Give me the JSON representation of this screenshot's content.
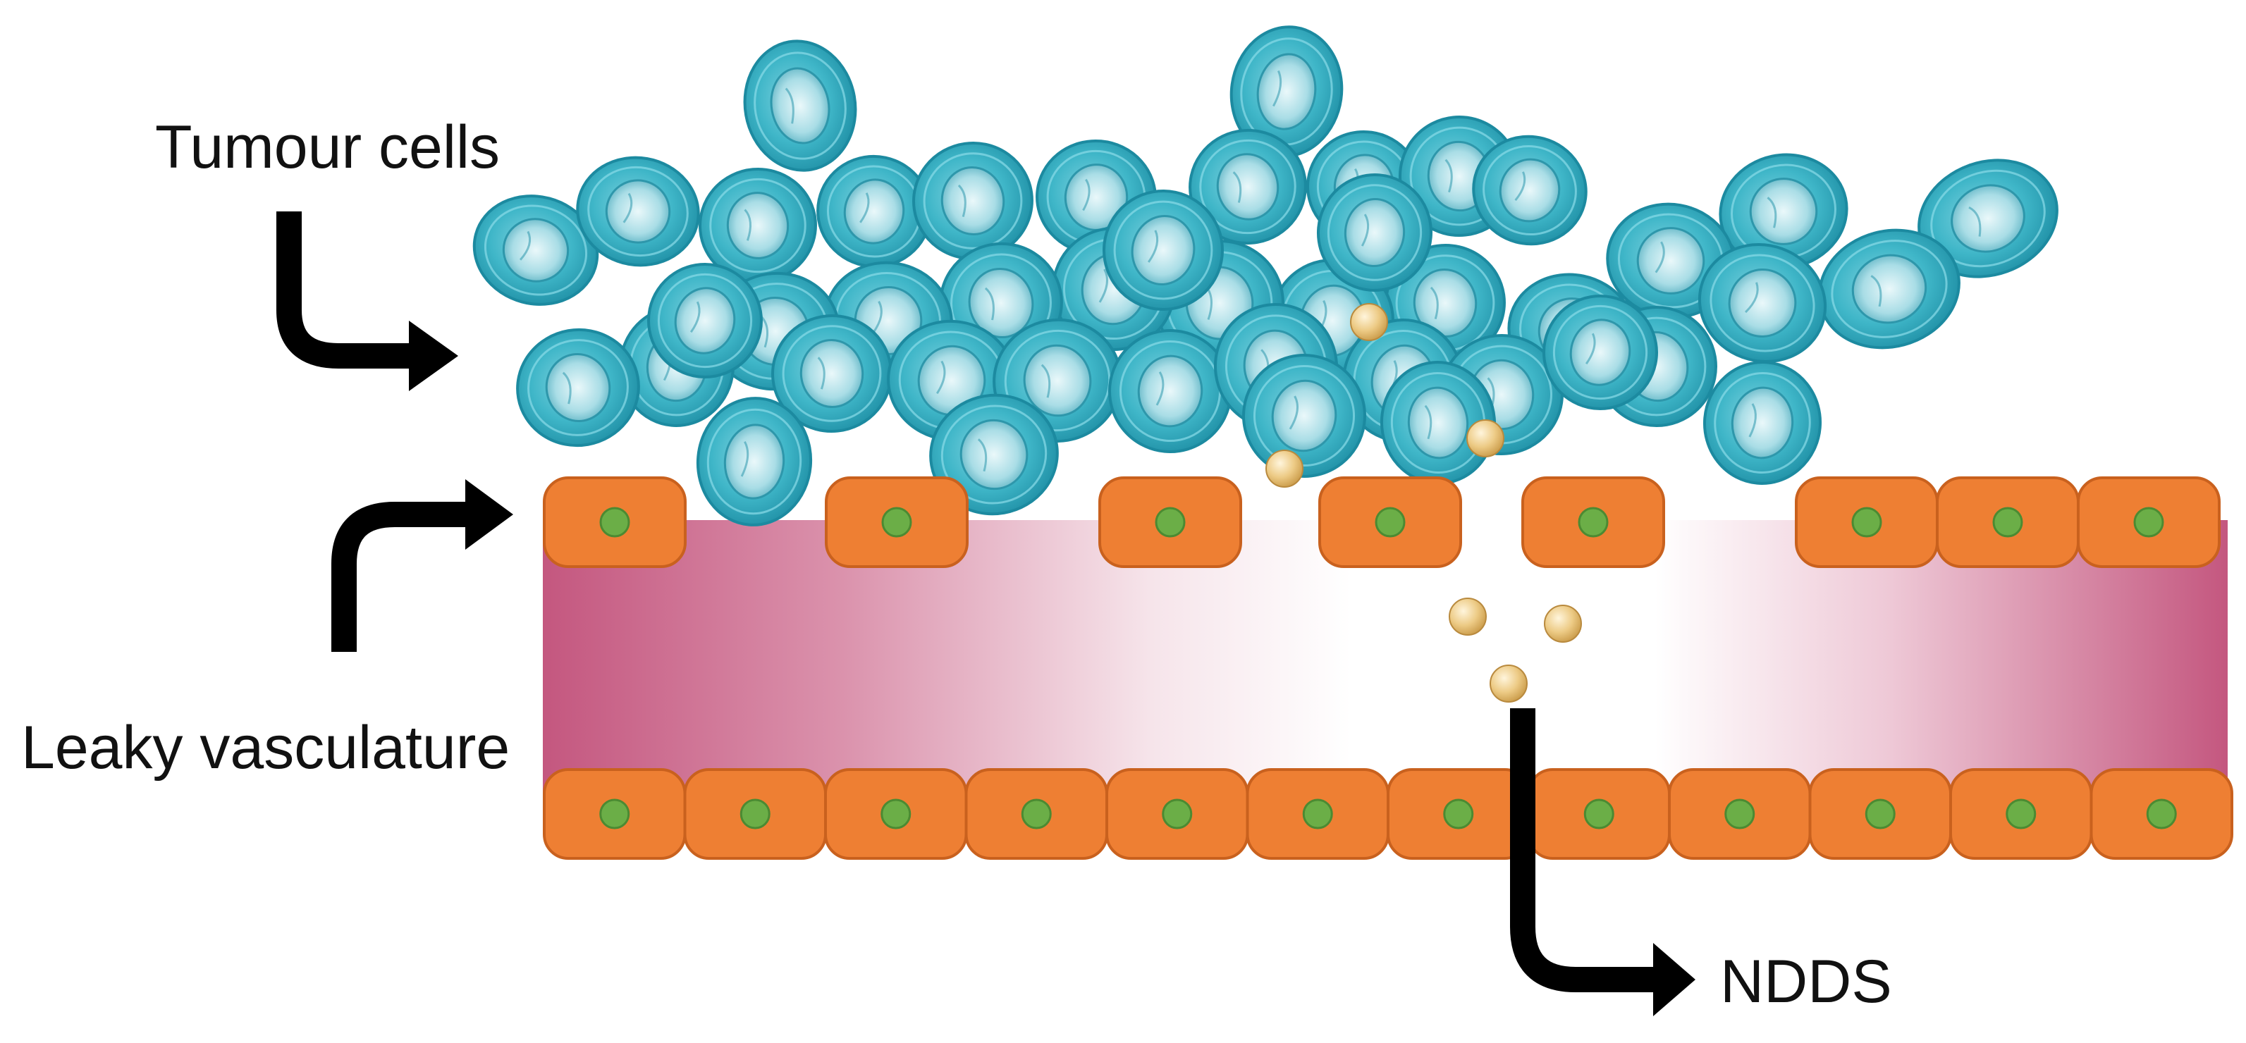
{
  "labels": {
    "tumour": "Tumour cells",
    "vasculature": "Leaky vasculature",
    "ndds": "NDDS"
  },
  "colors": {
    "endothelial_cell": "#EE7F33",
    "endothelial_border": "#C9611E",
    "nucleus": "#6BAE47",
    "vessel_edge": "#C4577F",
    "tumour_cell": "#3FB6C8",
    "nanoparticle": "#E8C27A",
    "arrow": "#000000"
  },
  "icons": {
    "tumour_cell": "tumour-cell-icon",
    "nanoparticle": "nanoparticle-icon",
    "endothelial_cell": "endothelial-cell-icon"
  }
}
